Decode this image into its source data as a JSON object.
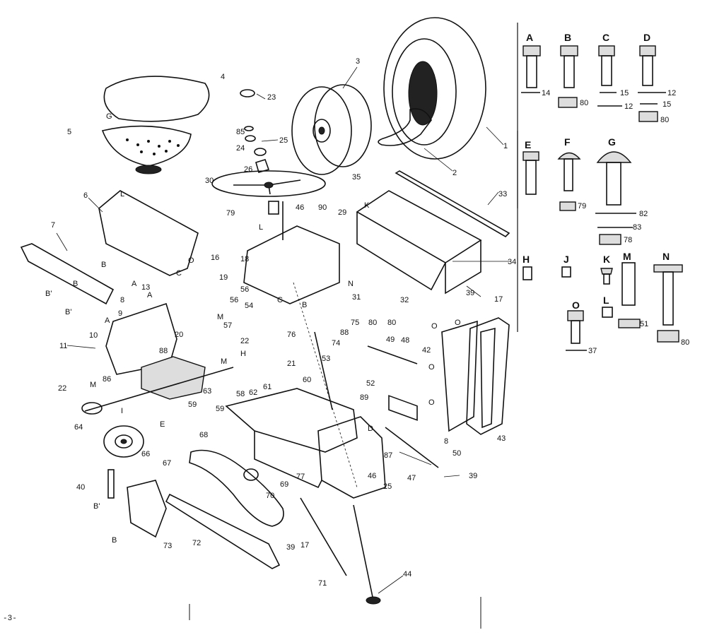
{
  "parts": {
    "p1": "1",
    "p2": "2",
    "p3": "3",
    "p4": "4",
    "p5": "5",
    "p6": "6",
    "p7": "7",
    "p8a": "8",
    "p8b": "8",
    "p9": "9",
    "p10": "10",
    "p11": "11",
    "p12a": "12",
    "p12b": "12",
    "p13": "13",
    "p14": "14",
    "p15a": "15",
    "p15b": "15",
    "p16": "16",
    "p17a": "17",
    "p17b": "17",
    "p18": "18",
    "p19": "19",
    "p20": "20",
    "p21": "21",
    "p22a": "22",
    "p22b": "22",
    "p23": "23",
    "p24": "24",
    "p25a": "25",
    "p25b": "25",
    "p26": "26",
    "p29": "29",
    "p30": "30",
    "p31": "31",
    "p32": "32",
    "p33": "33",
    "p34": "34",
    "p35": "35",
    "p37": "37",
    "p39a": "39",
    "p39b": "39",
    "p39c": "39",
    "p40": "40",
    "p42": "42",
    "p43": "43",
    "p44": "44",
    "p46a": "46",
    "p46b": "46",
    "p47": "47",
    "p48": "48",
    "p49": "49",
    "p50": "50",
    "p51": "51",
    "p52": "52",
    "p53": "53",
    "p54": "54",
    "p56a": "56",
    "p56b": "56",
    "p57": "57",
    "p58": "58",
    "p59a": "59",
    "p59b": "59",
    "p60": "60",
    "p61": "61",
    "p62": "62",
    "p63": "63",
    "p64": "64",
    "p66": "66",
    "p67": "67",
    "p68": "68",
    "p69": "69",
    "p70": "70",
    "p71": "71",
    "p72": "72",
    "p73": "73",
    "p74": "74",
    "p75": "75",
    "p76": "76",
    "p77": "77",
    "p78": "78",
    "p79a": "79",
    "p79b": "79",
    "p80a": "80",
    "p80b": "80",
    "p80c": "80",
    "p80d": "80",
    "p80e": "80",
    "p82": "82",
    "p83": "83",
    "p85": "85",
    "p86": "86",
    "p87": "87",
    "p88a": "88",
    "p88b": "88",
    "p89": "89",
    "p90": "90"
  },
  "letters": {
    "G": "G",
    "L": "L",
    "B1": "B",
    "B2": "B'",
    "B3": "B'",
    "O1": "O",
    "C1": "C",
    "A1": "A",
    "A2": "A",
    "A3": "A",
    "M1": "M",
    "M2": "M",
    "M3": "M",
    "E1": "E",
    "H1": "H",
    "I1": "I",
    "K1": "K",
    "N1": "N",
    "C2": "C",
    "O2": "O",
    "O3": "O",
    "O4": "O",
    "O5": "O",
    "B4": "B'",
    "B5": "B",
    "B6": "B",
    "L2": "L",
    "D1": "D",
    "B7": "B"
  },
  "hardware": {
    "A": "A",
    "B": "B",
    "C": "C",
    "D": "D",
    "E": "E",
    "F": "F",
    "G": "G",
    "H": "H",
    "J": "J",
    "K": "K",
    "L": "L",
    "M": "M",
    "N": "N",
    "O": "O"
  },
  "page_number": "-3-"
}
